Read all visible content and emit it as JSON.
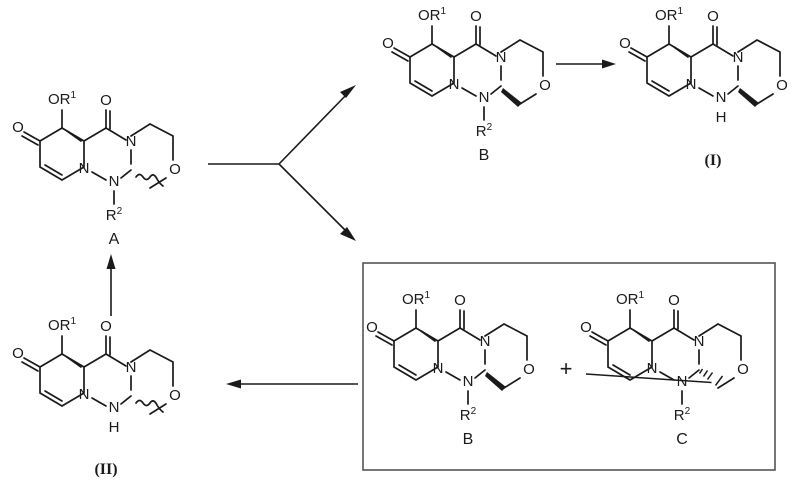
{
  "diagram": {
    "title": "Chemical reaction scheme",
    "background_color": "#ffffff",
    "line_color": "#1a1a1a",
    "box_color": "#555555"
  },
  "structures": {
    "A": {
      "label": "A",
      "substituent_O": "OR",
      "substituent_O_sup": "1",
      "substituent_N": "R",
      "substituent_N_sup": "2",
      "ketone_label": "O",
      "carbonyl_label": "O",
      "ring_N1": "N",
      "ring_N2": "N",
      "ring_N3": "N",
      "ring_O": "O",
      "stereo": "wavy"
    },
    "B_top": {
      "label": "B",
      "substituent_O": "OR",
      "substituent_O_sup": "1",
      "substituent_N": "R",
      "substituent_N_sup": "2",
      "ketone_label": "O",
      "carbonyl_label": "O",
      "ring_N1": "N",
      "ring_N2": "N",
      "ring_N3": "N",
      "ring_O": "O",
      "stereo": "wedge"
    },
    "I": {
      "label": "(I)",
      "substituent_O": "OR",
      "substituent_O_sup": "1",
      "nh_label": "N",
      "nh_h": "H",
      "ketone_label": "O",
      "carbonyl_label": "O",
      "ring_N1": "N",
      "ring_N2": "N",
      "ring_O": "O",
      "stereo": "wedge"
    },
    "II": {
      "label": "(II)",
      "substituent_O": "OR",
      "substituent_O_sup": "1",
      "nh_label": "N",
      "nh_h": "H",
      "ketone_label": "O",
      "carbonyl_label": "O",
      "ring_N1": "N",
      "ring_N2": "N",
      "ring_O": "O",
      "stereo": "wavy"
    },
    "B_box": {
      "label": "B",
      "substituent_O": "OR",
      "substituent_O_sup": "1",
      "substituent_N": "R",
      "substituent_N_sup": "2",
      "ketone_label": "O",
      "carbonyl_label": "O",
      "ring_N1": "N",
      "ring_N2": "N",
      "ring_N3": "N",
      "ring_O": "O",
      "stereo": "wedge"
    },
    "C_box": {
      "label": "C",
      "substituent_O": "OR",
      "substituent_O_sup": "1",
      "substituent_N": "R",
      "substituent_N_sup": "2",
      "ketone_label": "O",
      "carbonyl_label": "O",
      "ring_N1": "N",
      "ring_N2": "N",
      "ring_N3": "N",
      "ring_O": "O",
      "stereo": "hash"
    }
  },
  "operators": {
    "plus": "+"
  },
  "arrows": [
    {
      "name": "a-to-branch",
      "type": "branching"
    },
    {
      "name": "b-to-one",
      "type": "straight-right"
    },
    {
      "name": "box-to-two",
      "type": "straight-left"
    },
    {
      "name": "two-to-a",
      "type": "straight-up"
    }
  ]
}
